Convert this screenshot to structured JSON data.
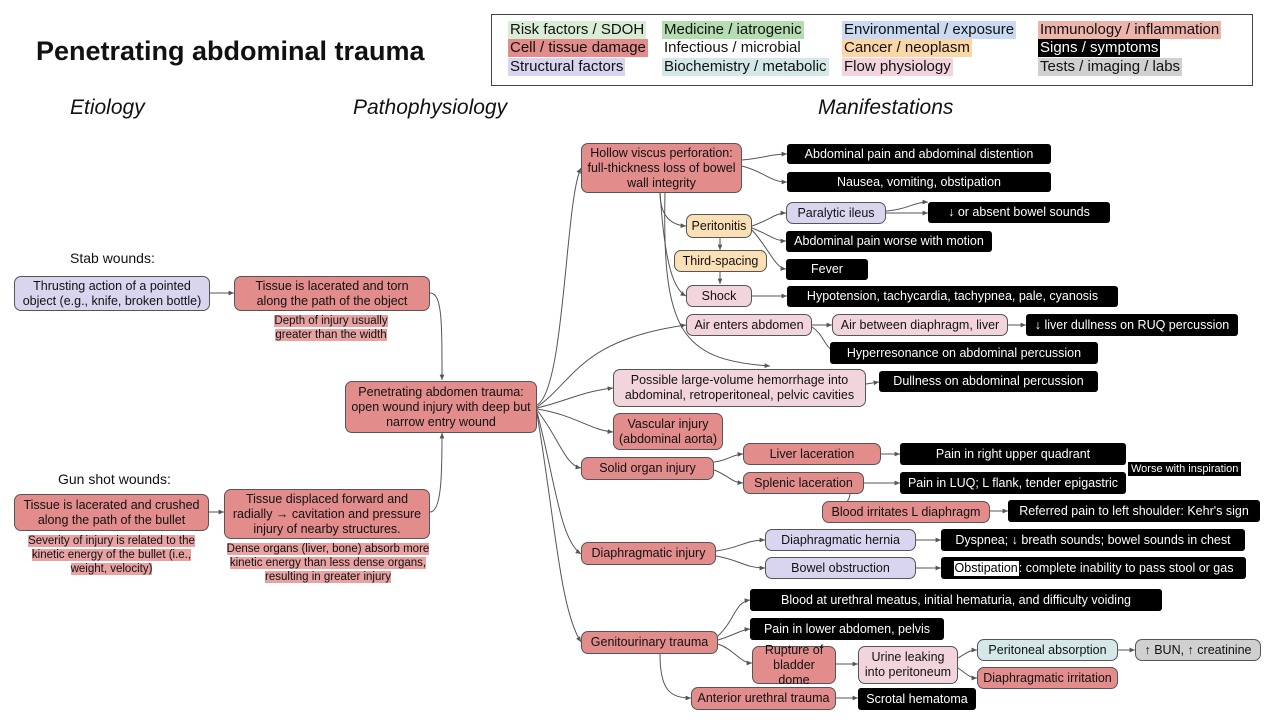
{
  "title": "Penetrating abdominal trauma",
  "legend": {
    "risk": "Risk factors / SDOH",
    "medicine": "Medicine / iatrogenic",
    "environmental": "Environmental / exposure",
    "immunology": "Immunology / inflammation",
    "cell": "Cell / tissue damage",
    "infectious": "Infectious / microbial",
    "cancer": "Cancer / neoplasm",
    "signs": "Signs / symptoms",
    "structural": "Structural factors",
    "biochem": "Biochemistry / metabolic",
    "flow": "Flow physiology",
    "tests": "Tests / imaging / labs",
    "colors": {
      "risk": "#d9ecd5",
      "medicine": "#b6dcb2",
      "environmental": "#c9daf2",
      "immunology": "#ecb4ab",
      "cell": "#e38c8c",
      "infectious": "#ffffff",
      "cancer": "#fbd7a8",
      "signs": "#000000",
      "structural": "#d9d5ef",
      "biochem": "#d4e8e8",
      "flow": "#f2d4dc",
      "tests": "#d0d0d0"
    }
  },
  "columns": {
    "etiology": "Etiology",
    "pathophysiology": "Pathophysiology",
    "manifestations": "Manifestations"
  },
  "etiology": {
    "stab_heading": "Stab wounds:",
    "stab_cause": "Thrusting action of a pointed object (e.g., knife, broken bottle)",
    "stab_tissue": "Tissue is lacerated and torn along the path of the object",
    "stab_note": "Depth of injury usually greater than the width",
    "gun_heading": "Gun shot wounds:",
    "gun_tissue": "Tissue is lacerated and crushed along the path of the bullet",
    "gun_note": "Severity of injury is related to the kinetic energy of the bullet (i.e., weight, velocity)",
    "gun_displaced": "Tissue displaced forward and radially → cavitation and pressure injury of nearby structures.",
    "gun_dense_note": "Dense organs (liver, bone) absorb more kinetic energy than less dense organs, resulting in greater injury"
  },
  "core": "Penetrating abdomen trauma: open wound injury with deep but narrow entry wound",
  "patho": {
    "hollow": "Hollow viscus perforation: full-thickness loss of bowel wall integrity",
    "peritonitis": "Peritonitis",
    "third_spacing": "Third-spacing",
    "shock": "Shock",
    "paralytic_ileus": "Paralytic ileus",
    "air_enters": "Air enters abdomen",
    "air_between": "Air between diaphragm, liver",
    "hemorrhage": "Possible large-volume hemorrhage into abdominal, retroperitoneal, pelvic cavities",
    "vascular": "Vascular injury (abdominal aorta)",
    "solid_organ": "Solid organ injury",
    "liver_lac": "Liver  laceration",
    "splenic_lac": "Splenic laceration",
    "blood_irritates": "Blood irritates L diaphragm",
    "diaphragmatic": "Diaphragmatic injury",
    "diaph_hernia": "Diaphragmatic hernia",
    "bowel_obstruction": "Bowel obstruction",
    "genitourinary": "Genitourinary trauma",
    "rupture_bladder": "Rupture of bladder dome",
    "urine_leaking": "Urine leaking into peritoneum",
    "peritoneal_absorption": "Peritoneal absorption",
    "diaph_irritation": "Diaphragmatic irritation",
    "anterior_urethral": "Anterior urethral trauma"
  },
  "signs": {
    "abd_pain_distention": "Abdominal pain and abdominal distention",
    "nausea": "Nausea, vomiting, obstipation",
    "bowel_sounds": "↓ or absent bowel sounds",
    "pain_motion": "Abdominal pain worse with motion",
    "fever": "Fever",
    "hypotension": "Hypotension, tachycardia, tachypnea, pale, cyanosis",
    "liver_dullness": "↓ liver dullness on RUQ percussion",
    "hyperresonance": "Hyperresonance on abdominal percussion",
    "dullness": "Dullness on abdominal percussion",
    "ruq_pain": "Pain in right upper quadrant",
    "worse_inspiration": "Worse with inspiration",
    "luq_pain": "Pain in LUQ; L flank, tender epigastric",
    "kehr": "Referred pain to left shoulder: Kehr's sign",
    "dyspnea": "Dyspnea; ↓ breath sounds; bowel sounds in chest",
    "obstipation_word": "Obstipation",
    "obstipation_rest": ": complete inability to pass stool or gas",
    "urethral_blood": "Blood at urethral meatus, initial hematuria, and difficulty voiding",
    "lower_abd_pain": "Pain in lower abdomen, pelvis",
    "scrotal": "Scrotal hematoma",
    "bun": "↑ BUN, ↑ creatinine"
  }
}
